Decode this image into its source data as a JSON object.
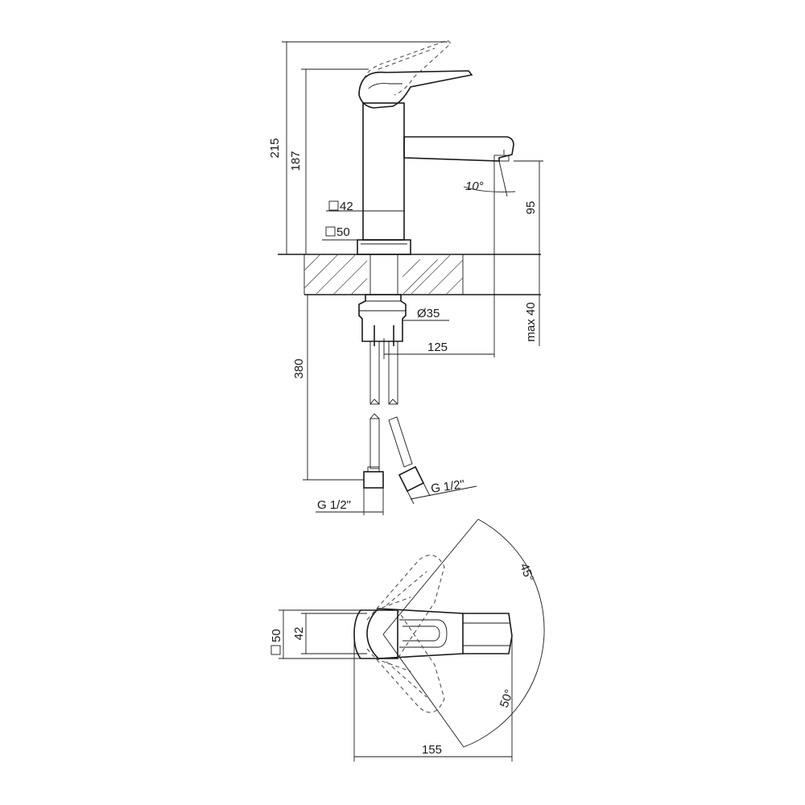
{
  "dimensions": {
    "total_height": "215",
    "body_height": "187",
    "spout_clearance": "95",
    "max_thickness": "max 40",
    "square_42": "42",
    "square_50": "50",
    "shank_diameter": "Ø35",
    "spout_reach": "125",
    "hose_length": "380",
    "connection_left": "G 1/2\"",
    "connection_right": "G 1/2\"",
    "spout_angle": "10°",
    "top_square_50": "50",
    "top_42": "42",
    "top_length": "155",
    "lever_angle_45": "45°",
    "lever_angle_50": "50°"
  }
}
